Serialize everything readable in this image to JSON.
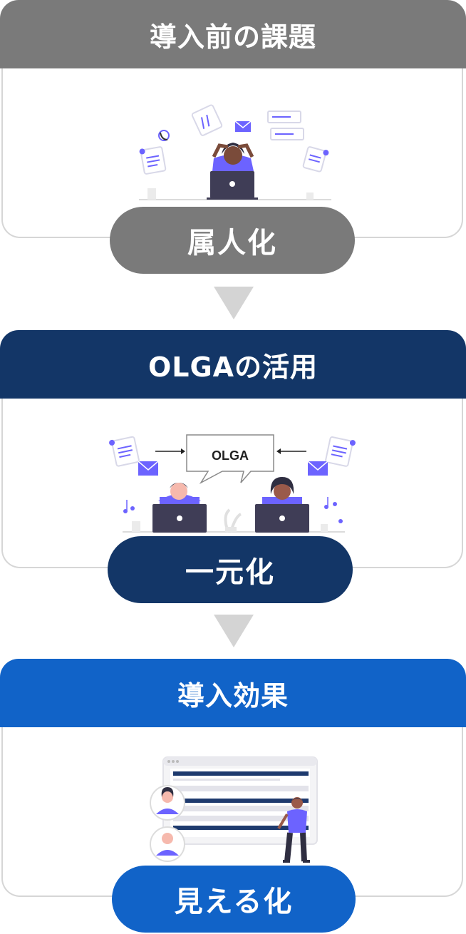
{
  "sections": [
    {
      "header": "導入前の課題",
      "pill": "属人化",
      "color": "#7a7a7a"
    },
    {
      "header": "OLGAの活用",
      "pill": "一元化",
      "color": "#133667",
      "bubble": "OLGA"
    },
    {
      "header": "導入効果",
      "pill": "見える化",
      "color": "#1163c8"
    }
  ],
  "icons": {
    "down_arrow": "down-triangle",
    "person": "person-at-laptop",
    "document": "document",
    "envelope": "envelope",
    "music": "music-note",
    "phone": "phone",
    "dashboard": "dashboard-window",
    "avatar": "user-avatar"
  }
}
